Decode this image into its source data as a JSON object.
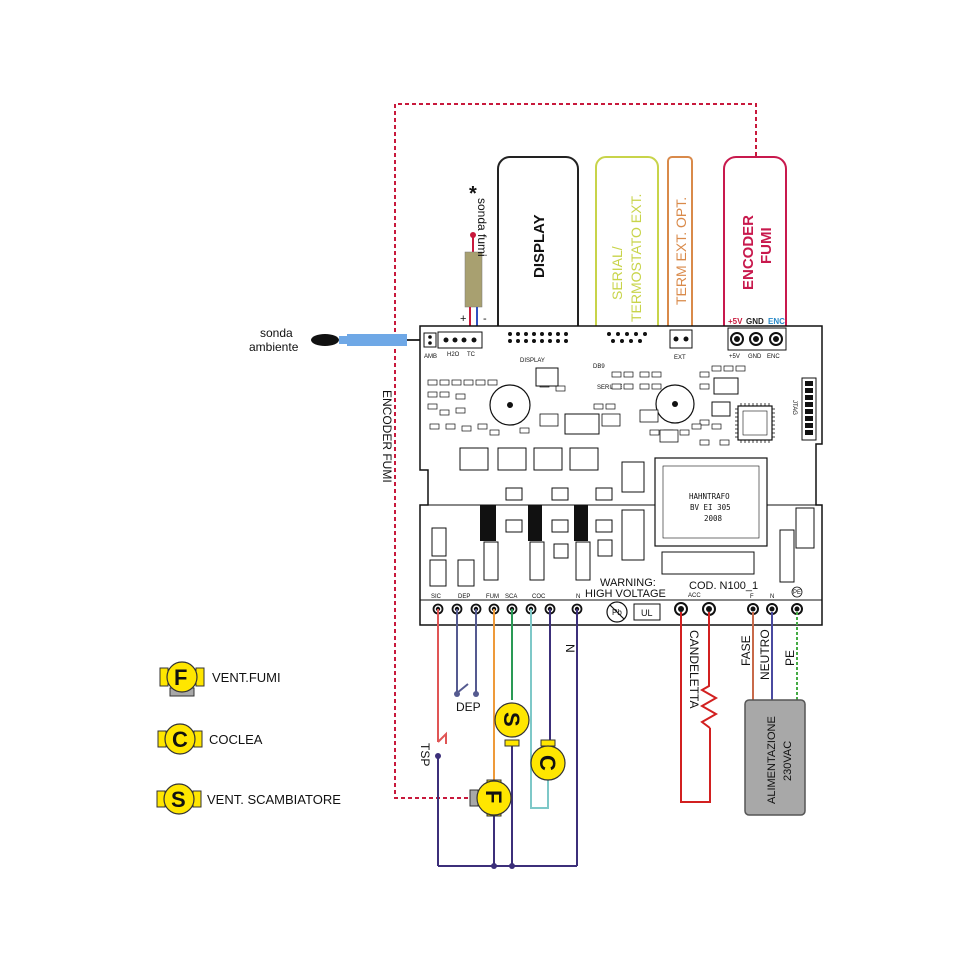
{
  "sensors": {
    "ambient_label_line1": "sonda",
    "ambient_label_line2": "ambiente",
    "flue_label": "sonda fumi",
    "flue_star": "*",
    "flue_plus": "+",
    "flue_minus": "-"
  },
  "encoder_wire_label": "ENCODER FUMI",
  "connectors": {
    "display": "DISPLAY",
    "serial_line1": "SERIAL/",
    "serial_line2": "TERMOSTATO EXT.",
    "term": "TERM EXT. OPT.",
    "encoder_line1": "ENCODER",
    "encoder_line2": "FUMI",
    "enc_pin_5v": "+5V",
    "enc_pin_gnd": "GND",
    "enc_pin_enc": "ENC"
  },
  "board": {
    "header_labels": [
      "AMB",
      "H2O",
      "TC",
      "DISPLAY",
      "DB9",
      "SERIALE",
      "EXT",
      "+5V",
      "GND",
      "ENC"
    ],
    "transformer_line1": "HAHNTRAFO",
    "transformer_line2": "BV EI 305",
    "transformer_line3": "2008",
    "warning_line1": "WARNING:",
    "warning_line2": "HIGH VOLTAGE",
    "code": "COD. N100_1",
    "ul": "UL",
    "pb": "Pb",
    "jtag": "JTAG",
    "terminal_labels": [
      "SIC",
      "DEP",
      "FUM",
      "SCA",
      "COC",
      "N"
    ],
    "acc_label": "ACC",
    "mains_labels": [
      "F",
      "N"
    ],
    "pe_symbol": "PE"
  },
  "wiring": {
    "n_label": "N",
    "candeletta": "CANDELETTA",
    "fase": "FASE",
    "neutro": "NEUTRO",
    "pe": "PE",
    "dep": "DEP",
    "tsp": "TSP",
    "psu_line1": "ALIMENTAZIONE",
    "psu_line2": "230VAC"
  },
  "motors": {
    "fumi_letter": "F",
    "scambiatore_letter": "S",
    "coclea_letter": "C"
  },
  "legend": [
    {
      "letter": "F",
      "label": "VENT.FUMI"
    },
    {
      "letter": "C",
      "label": "COCLEA"
    },
    {
      "letter": "S",
      "label": "VENT. SCAMBIATORE"
    }
  ],
  "colors": {
    "encoder_wire": "#c8193c",
    "display_box": "#222222",
    "serial_box": "#c8d44a",
    "term_box": "#d98a4a",
    "encoder_box": "#c8194d",
    "ambient_probe": "#6fa8e6",
    "flue_probe": "#a8a070",
    "sic_wire": "#e05555",
    "dep_wire": "#555a90",
    "fum_wire": "#ee9a3a",
    "sca_wire": "#2a9a55",
    "coc_wire": "#7ec8c8",
    "n_wire": "#3c2f7a",
    "candeletta_wire": "#d22020",
    "fase_wire": "#c86a4a",
    "neutro_wire": "#4a4aa0",
    "pe_wire": "#44aa44",
    "motor_yellow": "#ffe600",
    "psu_grey": "#a8a8a8"
  }
}
